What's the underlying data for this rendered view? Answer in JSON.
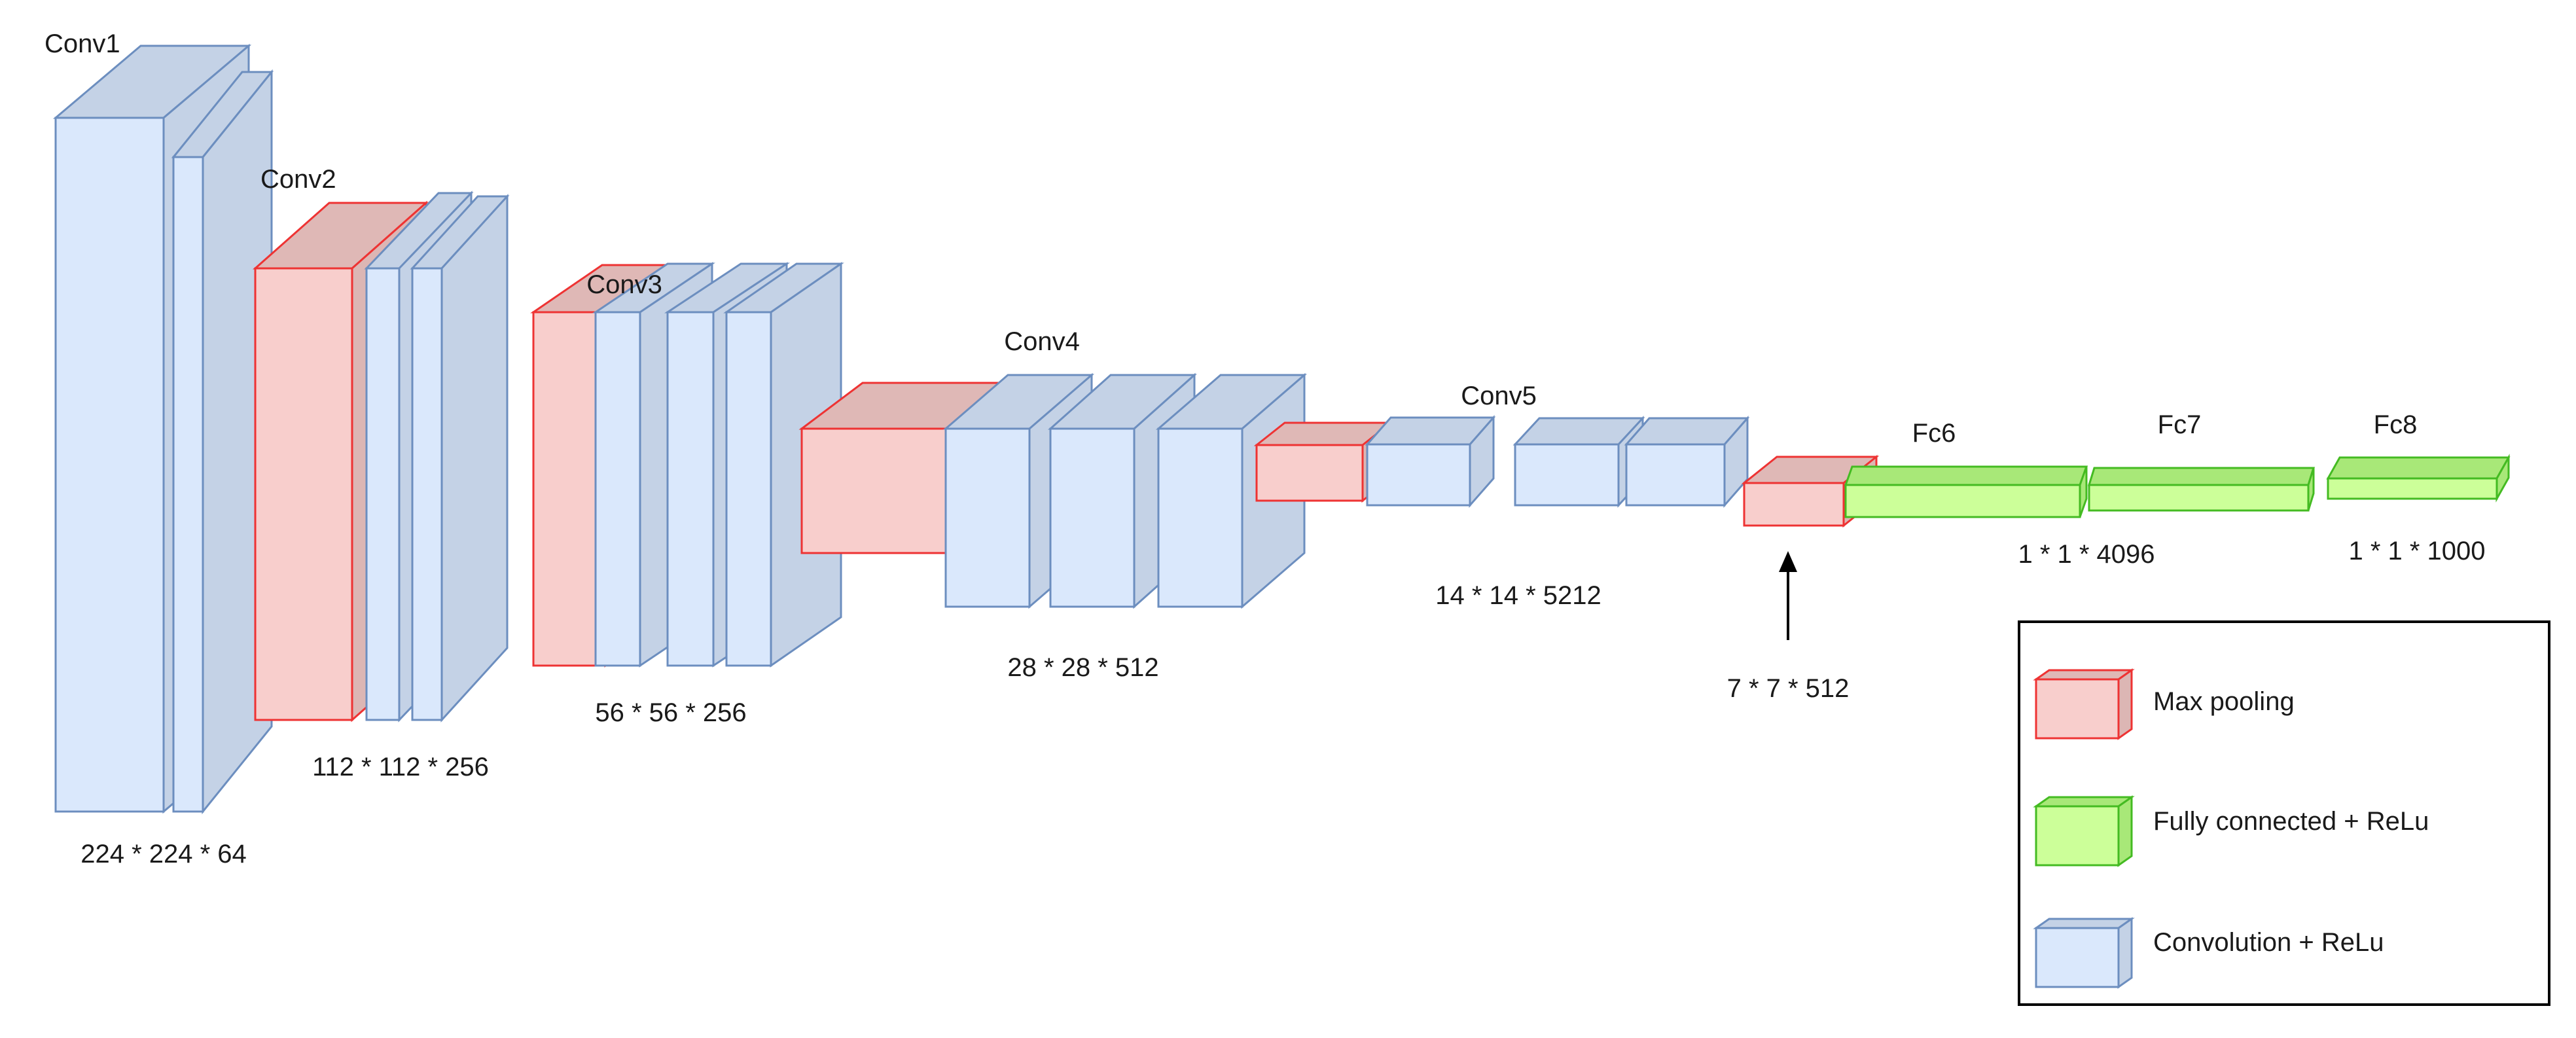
{
  "colors": {
    "conv": {
      "front": "#dae8fc",
      "top": "#c4d2e6",
      "side": "#c4d2e6",
      "stroke": "#6c8ebf"
    },
    "pool": {
      "front": "#f8cecc",
      "top": "#dfb8b6",
      "side": "#dcb6b4",
      "stroke": "#ee3333"
    },
    "fc": {
      "front": "#ccff99",
      "top": "#a8e878",
      "side": "#a8e878",
      "stroke": "#44bb22"
    },
    "arrow": "#000000",
    "legend_border": "#000000"
  },
  "groups": {
    "conv1": {
      "label": "Conv1",
      "size": "224 * 224 * 64"
    },
    "conv2": {
      "label": "Conv2",
      "size": "112 * 112 * 256"
    },
    "conv3": {
      "label": "Conv3",
      "size": "56 * 56 * 256"
    },
    "conv4": {
      "label": "Conv4",
      "size": "28 * 28 * 512"
    },
    "conv5": {
      "label": "Conv5",
      "size": "14 * 14 * 5212"
    },
    "pool5": {
      "size": "7 * 7 * 512"
    },
    "fc6": {
      "label": "Fc6"
    },
    "fc7": {
      "label": "Fc7",
      "size": "1 * 1 * 4096"
    },
    "fc8": {
      "label": "Fc8",
      "size": "1 * 1 * 1000"
    }
  },
  "legend": {
    "items": [
      {
        "kind": "pool",
        "label": "Max pooling"
      },
      {
        "kind": "fc",
        "label": "Fully connected + ReLu"
      },
      {
        "kind": "conv",
        "label": "Convolution + ReLu"
      }
    ]
  }
}
